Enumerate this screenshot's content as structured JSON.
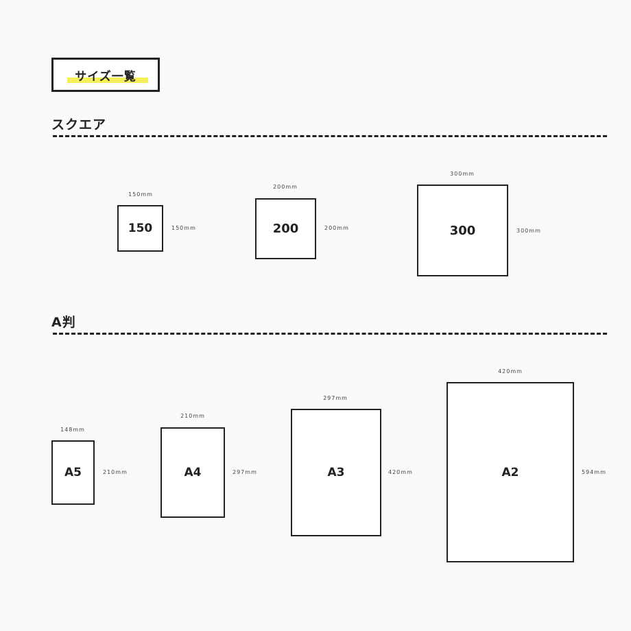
{
  "header": {
    "title": "サイズ一覧"
  },
  "sections": [
    {
      "title": "スクエア",
      "items": [
        {
          "label": "150",
          "width_label": "150mm",
          "height_label": "150mm"
        },
        {
          "label": "200",
          "width_label": "200mm",
          "height_label": "200mm"
        },
        {
          "label": "300",
          "width_label": "300mm",
          "height_label": "300mm"
        }
      ]
    },
    {
      "title": "A判",
      "items": [
        {
          "label": "A5",
          "width_label": "148mm",
          "height_label": "210mm"
        },
        {
          "label": "A4",
          "width_label": "210mm",
          "height_label": "297mm"
        },
        {
          "label": "A3",
          "width_label": "297mm",
          "height_label": "420mm"
        },
        {
          "label": "A2",
          "width_label": "420mm",
          "height_label": "594mm"
        }
      ]
    }
  ],
  "colors": {
    "highlight": "#f4ef5a",
    "ink": "#222222",
    "background": "#fafafa"
  }
}
